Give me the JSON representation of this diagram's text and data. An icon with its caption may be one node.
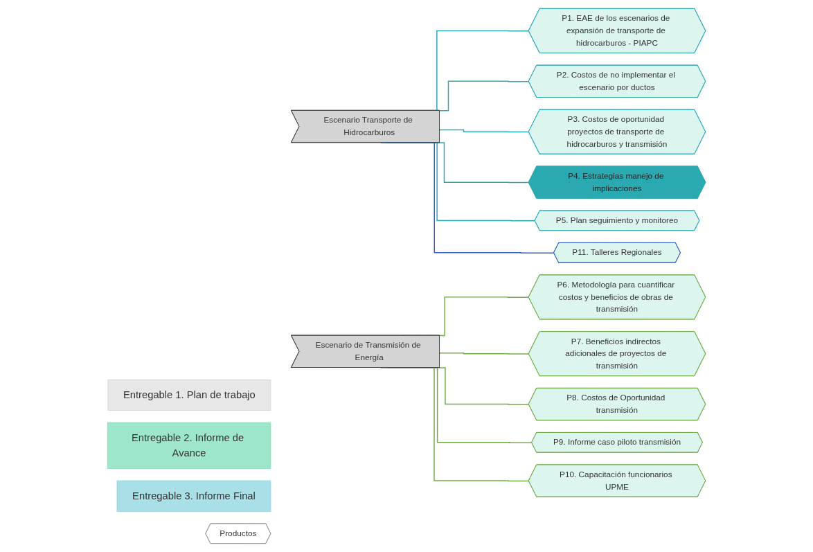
{
  "diagram": {
    "nodes": [
      {
        "text": [
          "Entregable 1. Plan de trabajo"
        ]
      },
      {
        "text": [
          "Entregable 2. Informe de Avance"
        ]
      },
      {
        "text": [
          "Entregable 3. Informe Final"
        ]
      },
      {
        "text": [
          "Productos"
        ]
      },
      {
        "text": [
          "Escenario Transporte de Hidrocarburos"
        ]
      },
      {
        "text": [
          "Escenario de Transmisión de Energía"
        ]
      },
      {
        "text": [
          "P1. EAE de los escenarios de expansión de transporte de hidrocarburos - PIAPC"
        ]
      },
      {
        "text": [
          "P2. Costos de no implementar el escenario por ductos"
        ]
      },
      {
        "text": [
          "P3. Costos de oportunidad proyectos de transporte de hidrocarburos y transmisión"
        ]
      },
      {
        "text": [
          "P4. Estrategias manejo de implicaciones"
        ]
      },
      {
        "text": [
          "P5. Plan seguimiento y monitoreo"
        ]
      },
      {
        "text": [
          "P6. Metodología para cuantificar costos y beneficios de obras de transmisión"
        ]
      },
      {
        "text": [
          "P7. Beneficios indirectos adicionales de proyectos de transmisión"
        ]
      },
      {
        "text": [
          "P8. Costos de Oportunidad transmisión"
        ]
      },
      {
        "text": [
          "P9. Informe caso piloto transmisión"
        ]
      },
      {
        "text": [
          "P10. Capacitación funcionarios UPME"
        ]
      },
      {
        "text": [
          "P11. Talleres Regionales"
        ]
      }
    ],
    "edges": [
      {
        "from": 4,
        "to": 6,
        "arrow": "none",
        "color": "#29a9b5"
      },
      {
        "from": 4,
        "to": 7,
        "arrow": "none",
        "color": "#29a9b5"
      },
      {
        "from": 4,
        "to": 8,
        "arrow": "none",
        "color": "#29a9b5"
      },
      {
        "from": 4,
        "to": 9,
        "arrow": "none",
        "color": "#29a9b5"
      },
      {
        "from": 4,
        "to": 10,
        "arrow": "none",
        "color": "#29a9b5"
      },
      {
        "from": 5,
        "to": 11,
        "arrow": "none",
        "color": "#70ad47"
      },
      {
        "from": 5,
        "to": 12,
        "arrow": "none",
        "color": "#70ad47"
      },
      {
        "from": 5,
        "to": 13,
        "arrow": "none",
        "color": "#70ad47"
      },
      {
        "from": 5,
        "to": 14,
        "arrow": "none",
        "color": "#70ad47"
      },
      {
        "from": 5,
        "to": 15,
        "arrow": "none",
        "color": "#70ad47"
      },
      {
        "from": 4,
        "to": 16,
        "arrow": "none",
        "color": "#2f5fbf"
      }
    ]
  }
}
